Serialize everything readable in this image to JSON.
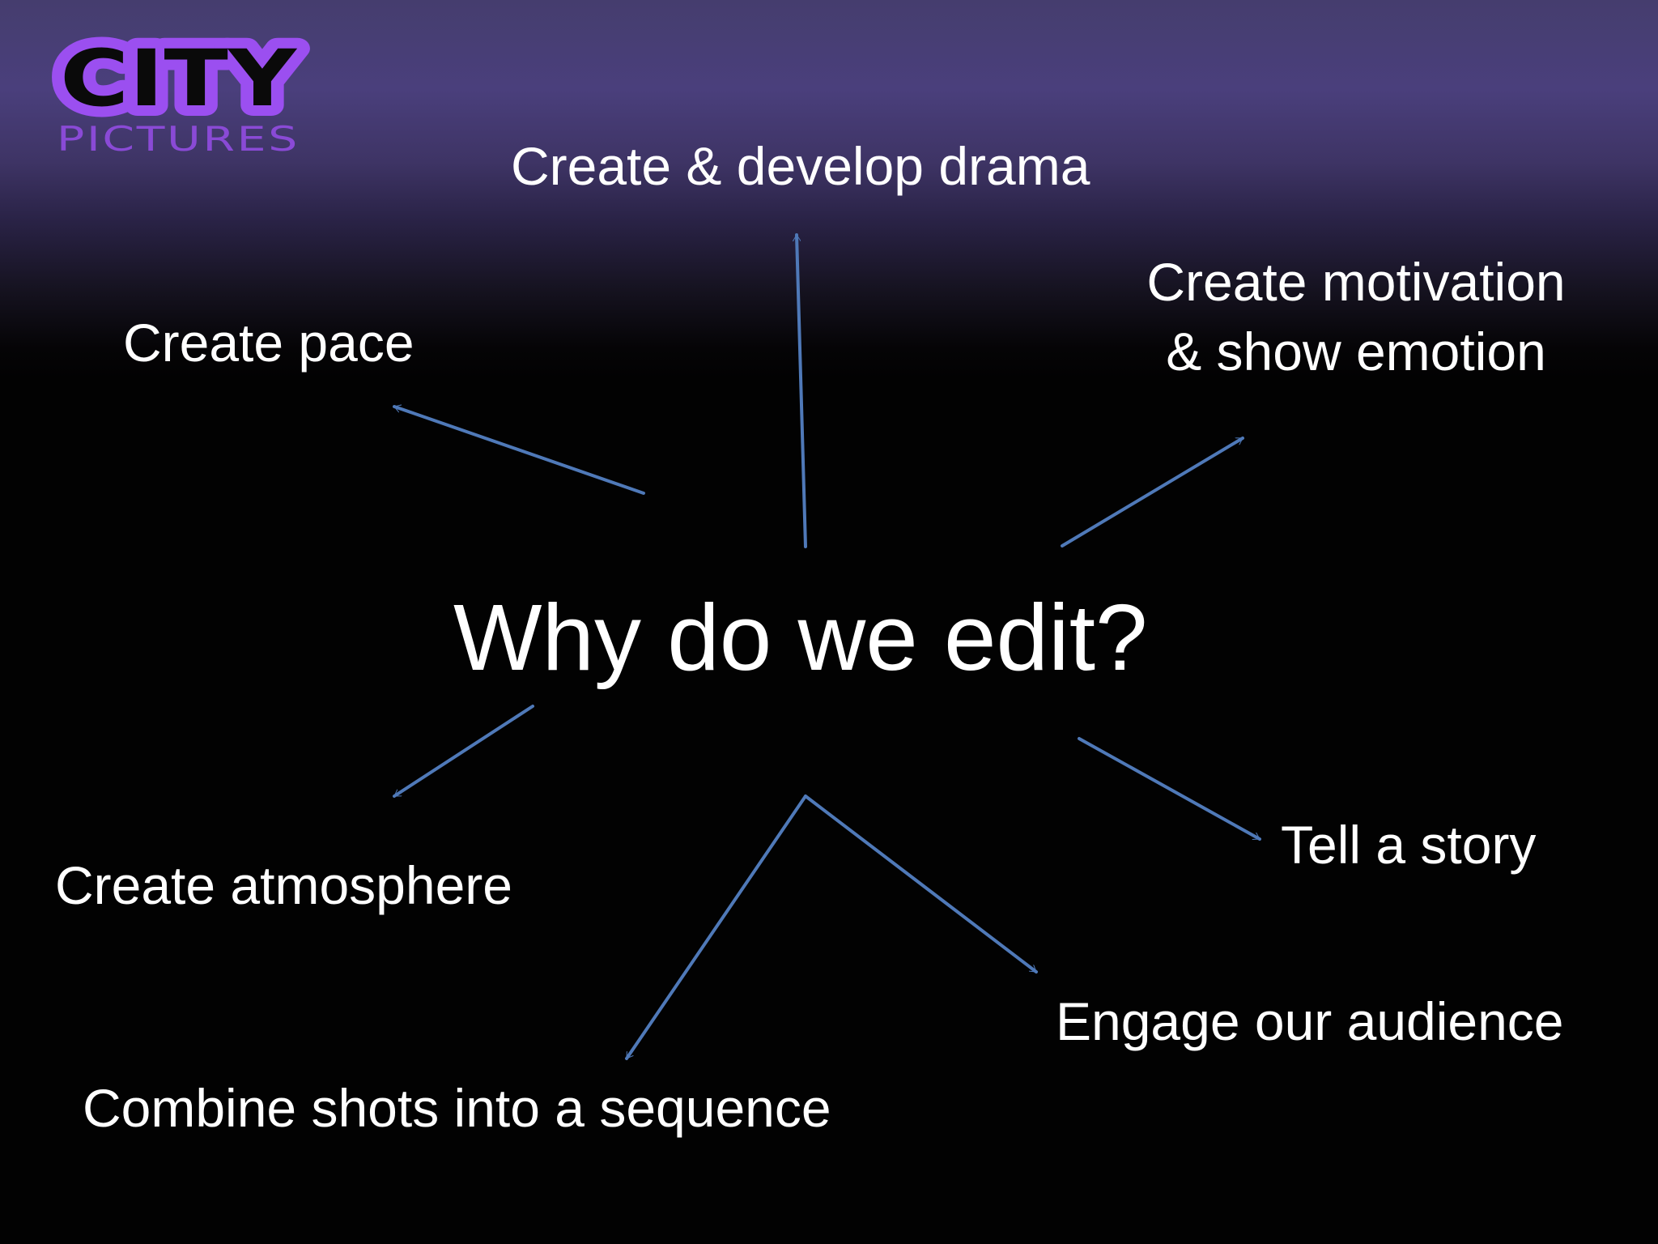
{
  "logo": {
    "name": "CITY",
    "subtitle": "PICTURES",
    "color": "#9b4ff0"
  },
  "diagram": {
    "center": "Why do we edit?",
    "arrow_color": "#4f79b8",
    "nodes": [
      {
        "id": "create-develop-drama",
        "label": "Create & develop drama"
      },
      {
        "id": "create-pace",
        "label": "Create pace"
      },
      {
        "id": "create-motivation",
        "label": "Create motivation\n & show emotion"
      },
      {
        "id": "create-atmosphere",
        "label": "Create atmosphere"
      },
      {
        "id": "tell-a-story",
        "label": "Tell a story"
      },
      {
        "id": "engage-audience",
        "label": "Engage our audience"
      },
      {
        "id": "combine-shots",
        "label": "Combine shots into a sequence"
      }
    ]
  },
  "background": {
    "top_color": "#4a3f7c",
    "bottom_color": "#020202"
  }
}
